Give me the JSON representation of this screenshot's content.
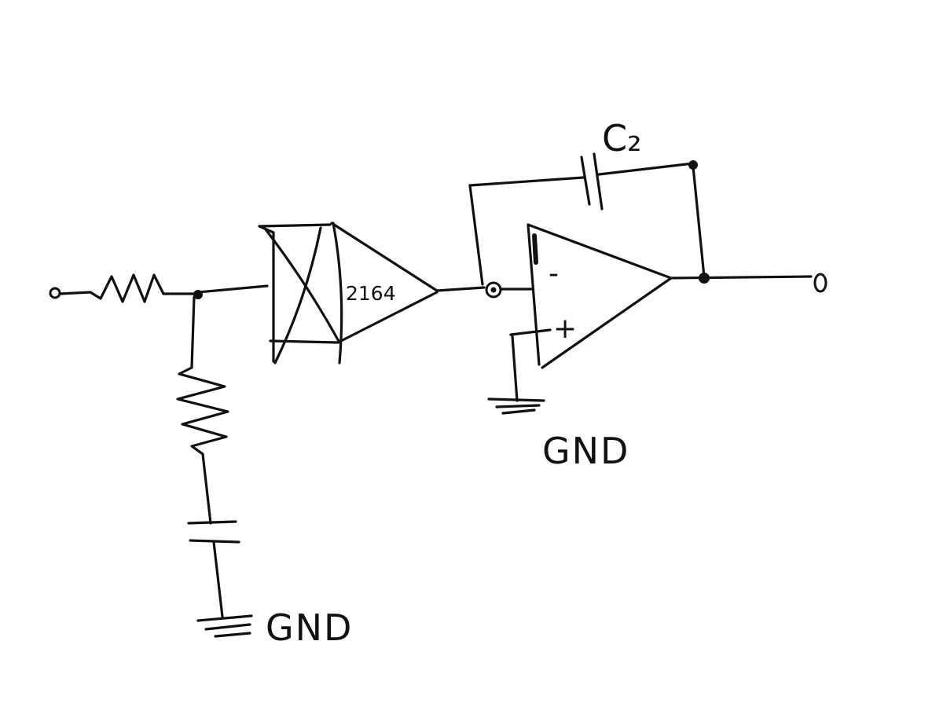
{
  "colors": {
    "ink": "#111111",
    "background": "#ffffff"
  },
  "labels": {
    "vca": "2164",
    "feedback_cap": "C₂",
    "gnd_bottom": "GND",
    "gnd_opamp": "GND",
    "minus": "-",
    "plus": "+"
  }
}
